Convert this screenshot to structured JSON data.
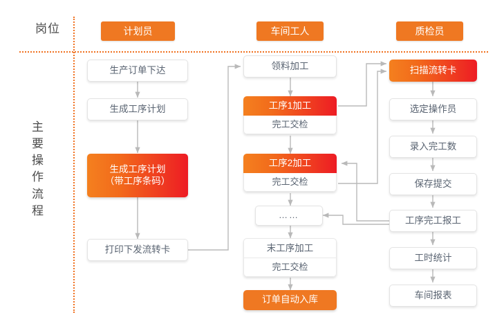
{
  "lanes": {
    "role_label": "岗位",
    "flow_label": "主要操作流程"
  },
  "columns": [
    {
      "header": "计划员"
    },
    {
      "header": "车间工人"
    },
    {
      "header": "质检员"
    }
  ],
  "colors": {
    "accent_orange": "#ef7822",
    "accent_red": "#ed1c24",
    "lane_dotted": "#f0701e",
    "node_text": "#5a6472",
    "wire": "#b9b9b9"
  },
  "nodes": {
    "planner": {
      "n1": "生产订单下达",
      "n2": "生成工序计划",
      "n3_line1": "生成工序计划",
      "n3_line2": "（带工序条码）",
      "n4": "打印下发流转卡"
    },
    "worker": {
      "n1": "领料加工",
      "n2_head": "工序1加工",
      "n2_sub": "完工交检",
      "n3_head": "工序2加工",
      "n3_sub": "完工交检",
      "n4": "……",
      "n5_head": "末工序加工",
      "n5_sub": "完工交检",
      "n6": "订单自动入库"
    },
    "inspector": {
      "n1": "扫描流转卡",
      "n2": "选定操作员",
      "n3": "录入完工数",
      "n4": "保存提交",
      "n5": "工序完工报工",
      "n6": "工时统计",
      "n7": "车间报表"
    }
  }
}
